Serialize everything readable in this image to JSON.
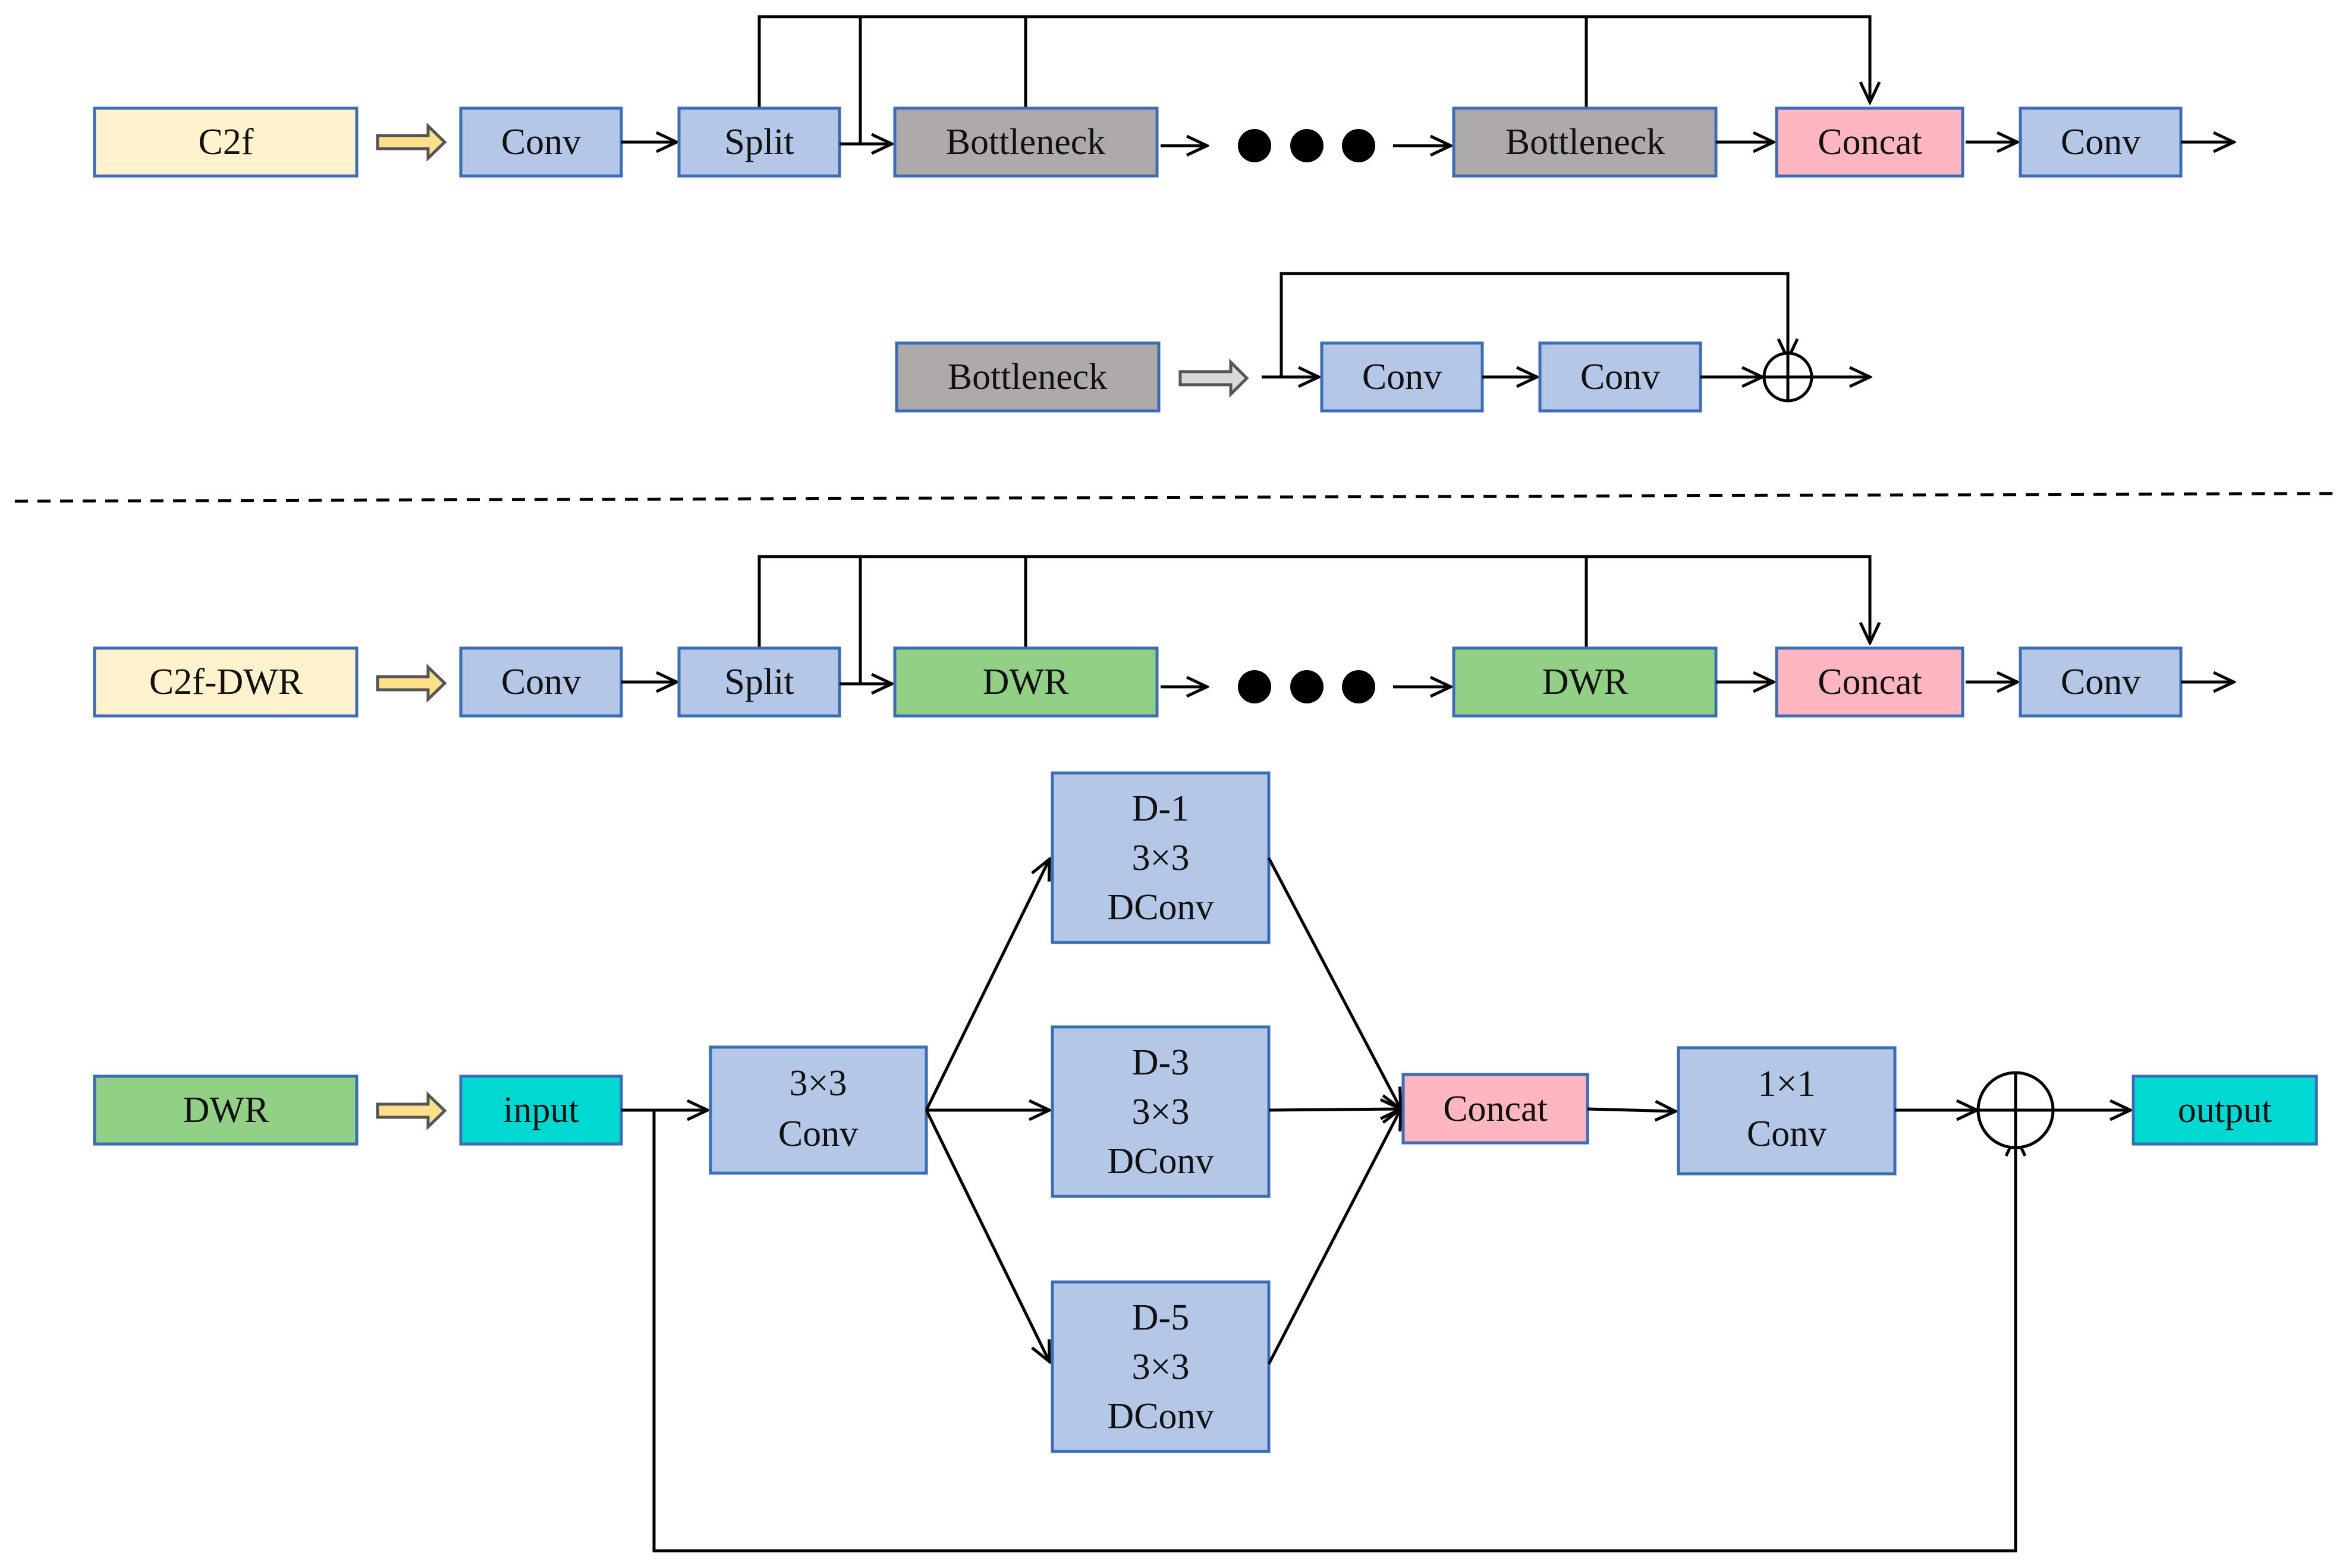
{
  "colors": {
    "c2f_yellow": "#fff2cc",
    "conv_blue": "#b4c7e7",
    "bottleneck_gray": "#aeaaaa",
    "concat_pink": "#ffb6c1",
    "dwr_green": "#92d185",
    "io_cyan": "#00d9d2",
    "border_blue": "#3a6db5",
    "hollow_arrow_yellow": "#ffe08a",
    "hollow_arrow_gray": "#d9d9d9"
  },
  "c2f_row": {
    "title": "C2f",
    "conv1": "Conv",
    "split": "Split",
    "bottleneck1": "Bottleneck",
    "bottleneck2": "Bottleneck",
    "concat": "Concat",
    "conv2": "Conv"
  },
  "bottleneck_row": {
    "title": "Bottleneck",
    "conv1": "Conv",
    "conv2": "Conv"
  },
  "c2f_dwr_row": {
    "title": "C2f-DWR",
    "conv1": "Conv",
    "split": "Split",
    "dwr1": "DWR",
    "dwr2": "DWR",
    "concat": "Concat",
    "conv2": "Conv"
  },
  "dwr_block": {
    "title": "DWR",
    "input": "input",
    "conv3_l1": "3×3",
    "conv3_l2": "Conv",
    "d1_l1": "D-1",
    "d1_l2": "3×3",
    "d1_l3": "DConv",
    "d3_l1": "D-3",
    "d3_l2": "3×3",
    "d3_l3": "DConv",
    "d5_l1": "D-5",
    "d5_l2": "3×3",
    "d5_l3": "DConv",
    "concat": "Concat",
    "conv1_l1": "1×1",
    "conv1_l2": "Conv",
    "output": "output"
  }
}
